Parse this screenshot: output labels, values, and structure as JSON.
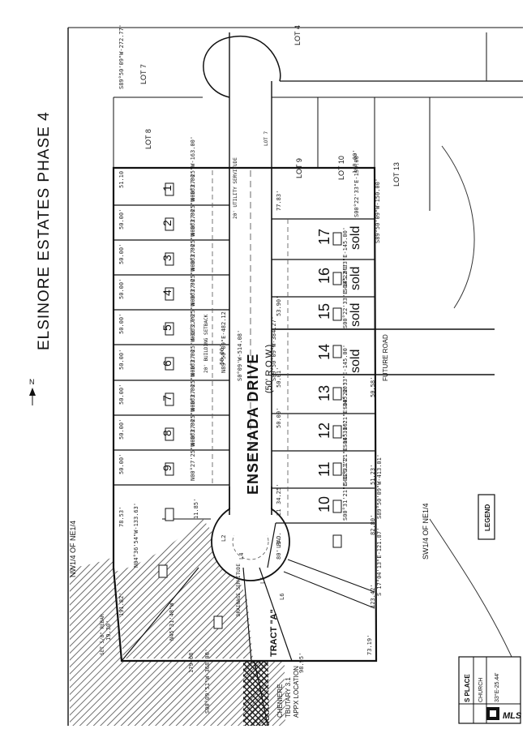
{
  "plat": {
    "title": "ELSINORE ESTATES PHASE 4",
    "street": "ENSENADA DRIVE",
    "street_row": "(50' R.O.W.)",
    "future_road": "FUTURE ROAD",
    "quarter_left": "NW1/4 OF NE1/4",
    "quarter_right": "SW1/4 OF NE1/4",
    "legend": "LEGEND",
    "tract": "TRACT \"A\"",
    "channel": [
      "CHENIERE",
      "TBUTARY 3.1",
      "APPX LOCATION"
    ],
    "lots_west": [
      "1",
      "2",
      "3",
      "4",
      "5",
      "6",
      "7",
      "8",
      "9"
    ],
    "lots_east": [
      "17",
      "16",
      "15",
      "14",
      "13",
      "12",
      "11",
      "10"
    ],
    "sold_labels": [
      "sold",
      "sold",
      "sold",
      "sold"
    ],
    "existing_lots": [
      "LOT 7",
      "LOT 8",
      "LOT 9",
      "LOT 10",
      "LOT 13",
      "LOT 4"
    ],
    "west_bearings": [
      "N00°27'25\"W-163.00'",
      "N00°27'25\"W-163.00'",
      "N00°27'25\"W-163.00'",
      "N00°27'25\"W-163.00'",
      "N00°27'25\"W-163.00'",
      "N00°27'25\"W-163.00'",
      "N00°27'25\"W-163.00'",
      "N00°27'25\"W-163.00'",
      "N00°27'25\"W-163.00'"
    ],
    "east_bearings": [
      "S00°22'33\"E-150.00'",
      "S00°22'33\"E-145.00'",
      "S00°22'33\"E-145.00'",
      "S00°22'33\"E-145.00'",
      "S00°31'21\"E-145.00'",
      "S00°31'21\"E-145.00'",
      "S00°31'21\"E-126.17'"
    ],
    "dims": [
      "51.10",
      "50.00'",
      "50.00'",
      "50.00'",
      "50.00'",
      "50.00'",
      "50.00'",
      "50.00'",
      "50.00'",
      "50.00'",
      "78.53'",
      "191.82'",
      "19.30'",
      "179.68'",
      "73.19'",
      "98.95'",
      "123.42'",
      "82.80'",
      "51.23'",
      "50.58'",
      "50.01'",
      "50.00'",
      "34.25'",
      "53.90'",
      "77.83'",
      "140.00'"
    ],
    "road_calls": [
      "N89°50'09\"E-482.12'",
      "S0°09'W-514.08'",
      "S89°50'09\"W-384.27'",
      "S89°50'09\"W-413.01'",
      "S89°50'09\"W-272.77'",
      "S89°50'09\"W-150.00'"
    ],
    "misc": [
      "SET 5/8\" REBAR",
      "20' UTILITY SERVITUDE",
      "20' BUILDING SETBACK",
      "LOT 7",
      "80' RAD.",
      "S 17°04'13\"E-121.87'",
      "N04°36'54\"W-133.63'",
      "N45°31'48\"W",
      "S00°09'51\"W-368.00'",
      "11.85'",
      "DRAINAGE SERVITUDE",
      "L1",
      "L2",
      "L3",
      "L4",
      "L5",
      "L6"
    ],
    "north_arrow": "N",
    "title_block": [
      "S PLACE",
      "CHURCH",
      "33°E-25.44'"
    ],
    "mls": "MLS"
  },
  "colors": {
    "ink": "#111111",
    "paper": "#ffffff",
    "hatch": "#2a2a2a"
  }
}
